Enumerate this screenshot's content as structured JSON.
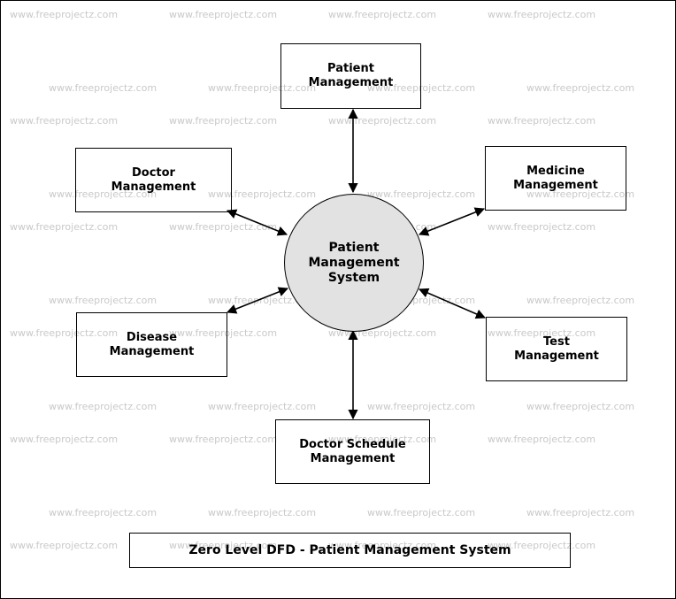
{
  "watermark": "www.freeprojectz.com",
  "process": {
    "lines": [
      "Patient",
      "Management",
      "System"
    ]
  },
  "entities": {
    "patient": {
      "lines": [
        "Patient",
        "Management"
      ]
    },
    "doctor": {
      "lines": [
        "Doctor",
        "Management"
      ]
    },
    "medicine": {
      "lines": [
        "Medicine",
        "Management"
      ]
    },
    "disease": {
      "lines": [
        "Disease",
        "Management"
      ]
    },
    "test": {
      "lines": [
        "Test",
        "Management"
      ]
    },
    "schedule": {
      "lines": [
        "Doctor Schedule",
        "Management"
      ]
    }
  },
  "caption": "Zero Level DFD - Patient Management System",
  "colors": {
    "process_fill": "#e2e2e2",
    "watermark": "#c9c9c9",
    "stroke": "#000000"
  }
}
